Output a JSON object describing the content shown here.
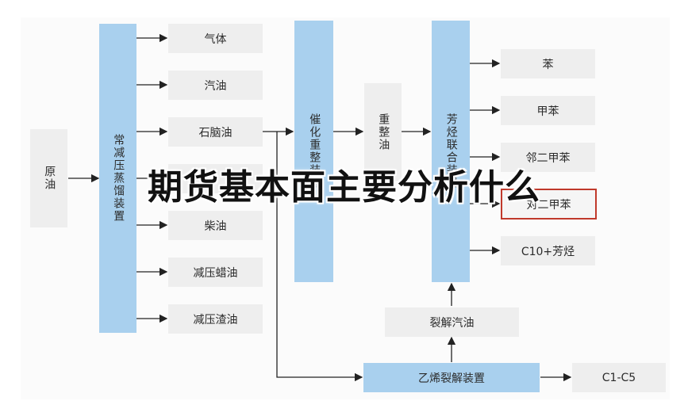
{
  "title_overlay": "期货基本面主要分析什么",
  "nodes": {
    "crude": "原油",
    "distill": "常减压蒸馏装置",
    "gas": "气体",
    "gasoline": "汽油",
    "naphtha": "石脑油",
    "diesel": "柴油",
    "vacuum_wax": "减压蜡油",
    "vacuum_residue": "减压渣油",
    "reformer": "催化重整装置",
    "reformate": "重整油",
    "aromatics_unit": "芳烃联合装置",
    "benzene": "苯",
    "toluene": "甲苯",
    "oxylene": "邻二甲苯",
    "pxylene": "对二甲苯",
    "c10": "C10+芳烃",
    "pygas": "裂解汽油",
    "cracker": "乙烯裂解装置",
    "c1c5": "C1-C5"
  },
  "colors": {
    "unit_fill": "#a9d0ee",
    "product_fill": "#eeeeee",
    "highlight_border": "#c0392b",
    "arrow": "#222222"
  }
}
